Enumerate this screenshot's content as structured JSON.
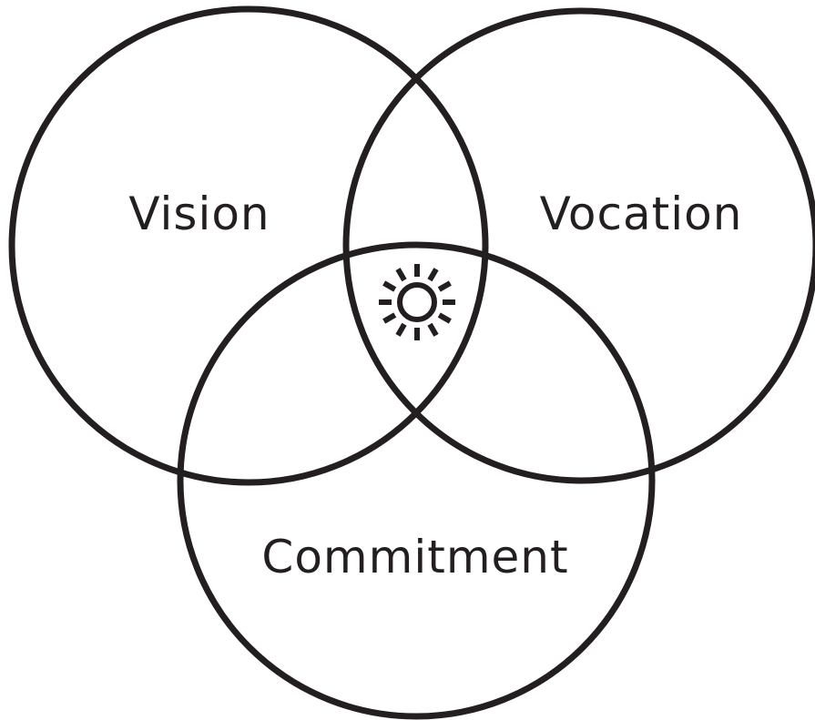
{
  "diagram": {
    "type": "venn",
    "sets": [
      {
        "id": "vision",
        "label": "Vision"
      },
      {
        "id": "vocation",
        "label": "Vocation"
      },
      {
        "id": "commitment",
        "label": "Commitment"
      }
    ],
    "center_icon": "sun-icon",
    "colors": {
      "stroke": "#231f20",
      "text": "#231f20",
      "background": "#ffffff"
    }
  }
}
